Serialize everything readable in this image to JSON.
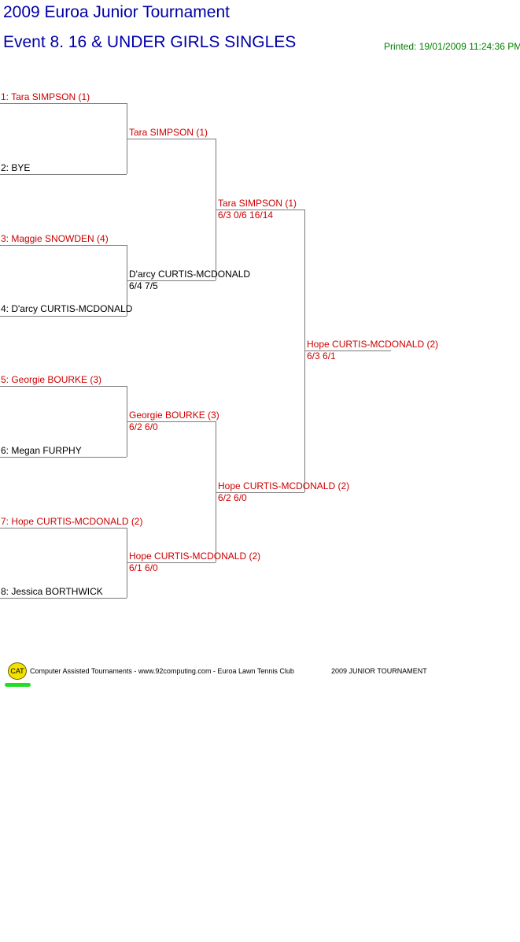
{
  "header": {
    "title_line1": "2009 Euroa Junior Tournament",
    "title_line2": "Event 8. 16 & UNDER GIRLS SINGLES",
    "printed": "Printed: 19/01/2009 11:24:36 PM"
  },
  "round1": [
    {
      "text": "1: Tara SIMPSON (1)"
    },
    {
      "text": "2: BYE"
    },
    {
      "text": "3: Maggie SNOWDEN (4)"
    },
    {
      "text": "4: D'arcy CURTIS-MCDONALD"
    },
    {
      "text": "5: Georgie BOURKE (3)"
    },
    {
      "text": "6: Megan FURPHY"
    },
    {
      "text": "7: Hope CURTIS-MCDONALD (2)"
    },
    {
      "text": "8: Jessica BORTHWICK"
    }
  ],
  "round2": [
    {
      "name": "Tara SIMPSON (1)",
      "score": ""
    },
    {
      "name": "D'arcy CURTIS-MCDONALD",
      "score": "6/4 7/5"
    },
    {
      "name": "Georgie BOURKE (3)",
      "score": "6/2 6/0"
    },
    {
      "name": "Hope CURTIS-MCDONALD (2)",
      "score": "6/1 6/0"
    }
  ],
  "semifinals": [
    {
      "name": "Tara SIMPSON (1)",
      "score": "6/3 0/6 16/14"
    },
    {
      "name": "Hope CURTIS-MCDONALD (2)",
      "score": "6/2 6/0"
    }
  ],
  "final": {
    "name": "Hope CURTIS-MCDONALD (2)",
    "score": "6/3 6/1"
  },
  "footer": {
    "logo_text": "CAT",
    "credits": "Computer Assisted Tournaments - www.92computing.com -  Euroa Lawn Tennis Club",
    "event": "2009 JUNIOR TOURNAMENT"
  },
  "colors": {
    "title": "#0000a8",
    "printed": "#008000",
    "winner": "#cc0000",
    "player": "#000000",
    "lines": "#7a7a7a"
  }
}
